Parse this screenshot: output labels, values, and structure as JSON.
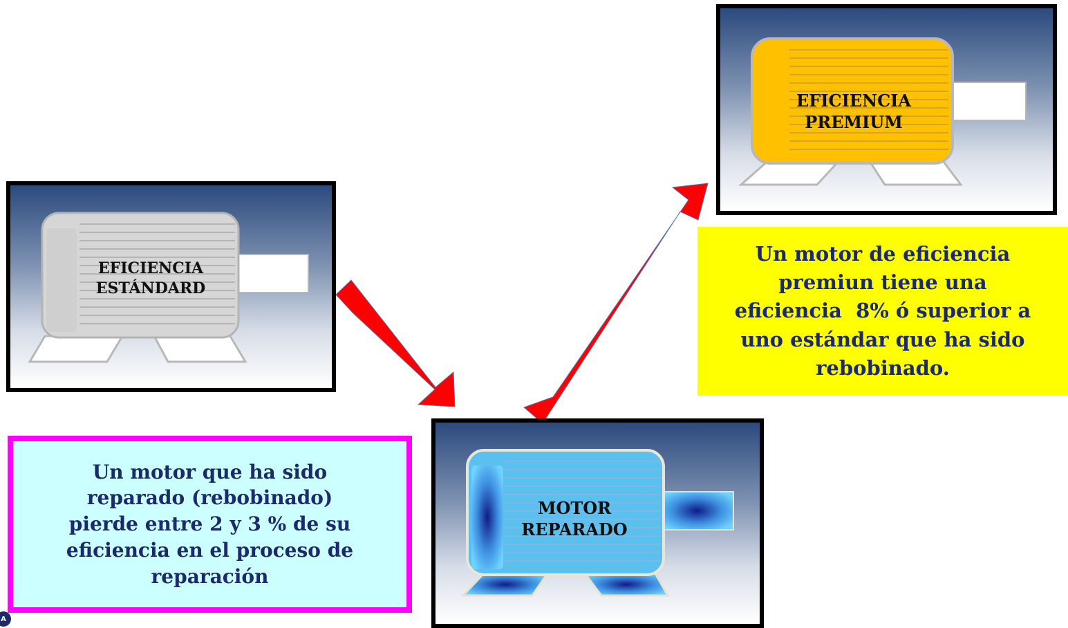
{
  "motors": {
    "standard": {
      "line1": "EFICIENCIA",
      "line2": "ESTÁNDARD"
    },
    "repaired": {
      "line1": "MOTOR",
      "line2": "REPARADO"
    },
    "premium": {
      "line1": "EFICIENCIA",
      "line2": "PREMIUM"
    }
  },
  "callouts": {
    "repaired": [
      "Un motor que ha sido",
      "reparado (rebobinado)",
      "pierde entre 2 y 3 % de su",
      "eficiencia en el proceso de",
      "reparación"
    ],
    "premium": [
      "Un motor de eficiencia",
      "premiun tiene una",
      "eficiencia  8% ó superior a",
      "uno estándar que ha sido",
      "rebobinado."
    ]
  },
  "colors": {
    "arrow": "#ff0000",
    "standard_body": "#d8d8d8",
    "repaired_body": "#5bc0f0",
    "premium_body": "#ffc000",
    "callout_repaired_bg": "#ccffff",
    "callout_repaired_border": "#ff00ff",
    "callout_premium_bg": "#ffff00",
    "callout_text": "#1c2a6b"
  },
  "logo": {
    "text": "A"
  }
}
